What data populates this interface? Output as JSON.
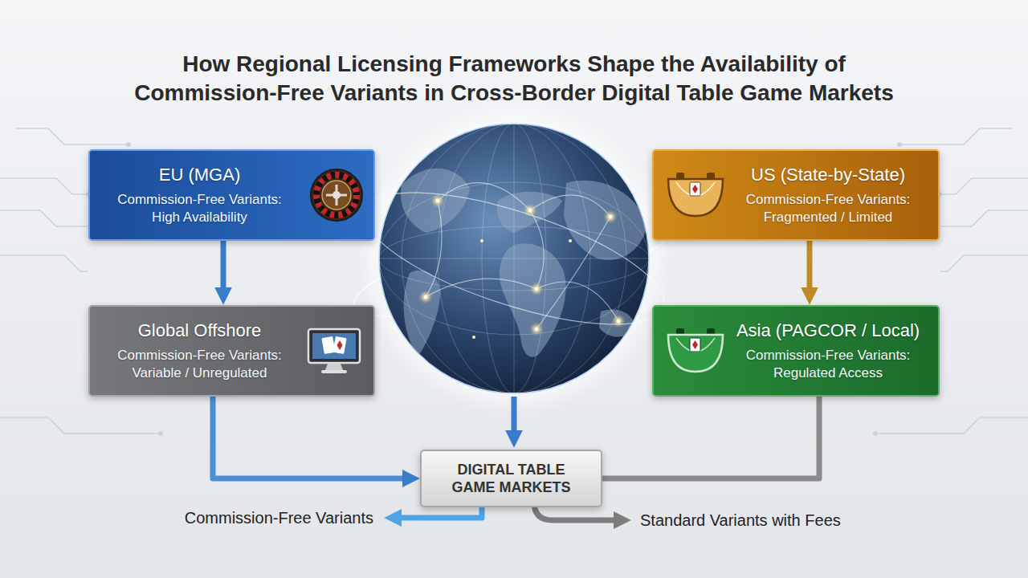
{
  "diagram": {
    "title": "How Regional Licensing Frameworks Shape the Availability of Commission-Free Variants in Cross-Border Digital Table Game Markets",
    "nodes": [
      {
        "text": [
          "EU (MGA)",
          "Commission-Free Variants: High Availability"
        ]
      },
      {
        "text": [
          "US (State-by-State)",
          "Commission-Free Variants: Fragmented / Limited"
        ]
      },
      {
        "text": [
          "Global Offshore",
          "Commission-Free Variants: Variable / Unregulated"
        ]
      },
      {
        "text": [
          "Asia (PAGCOR / Local)",
          "Commission-Free Variants: Regulated Access"
        ]
      },
      {
        "text": [
          "DIGITAL TABLE GAME MARKETS"
        ]
      }
    ],
    "edges": [
      {
        "from": 0,
        "to": 2,
        "arrow": "to"
      },
      {
        "from": 1,
        "to": 3,
        "arrow": "to"
      },
      {
        "from": 2,
        "to": 4,
        "arrow": "to"
      },
      {
        "from": 3,
        "to": 4,
        "arrow": "none"
      }
    ],
    "labels": [
      "Commission-Free Variants",
      "Standard Variants with Fees"
    ]
  }
}
